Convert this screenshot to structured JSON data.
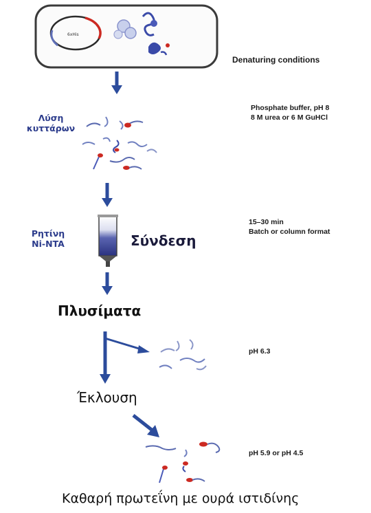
{
  "conditions_header": "Denaturing conditions",
  "steps": {
    "lysis": {
      "label_line1": "Λύση",
      "label_line2": "κυττάρων",
      "note_line1": "Phosphate buffer, pH 8",
      "note_line2": "8 M urea or 6 M GuHCl"
    },
    "binding": {
      "resin_line1": "Ρητίνη",
      "resin_line2": "Ni-NTA",
      "label": "Σύνδεση",
      "note_line1": "15–30 min",
      "note_line2": "Batch or column format"
    },
    "wash": {
      "label": "Πλυσίματα",
      "note": "pH 6.3"
    },
    "elution": {
      "label": "Έκλουση",
      "note": "pH 5.9 or pH 4.5"
    },
    "result": {
      "label": "Καθαρή πρωτεΐνη με ουρά ιστιδίνης"
    }
  },
  "colors": {
    "arrow": "#2c4c9c",
    "label_blue": "#2c3c8c",
    "tag_red": "#cc2a22",
    "protein_blue": "#5a6ab0"
  }
}
